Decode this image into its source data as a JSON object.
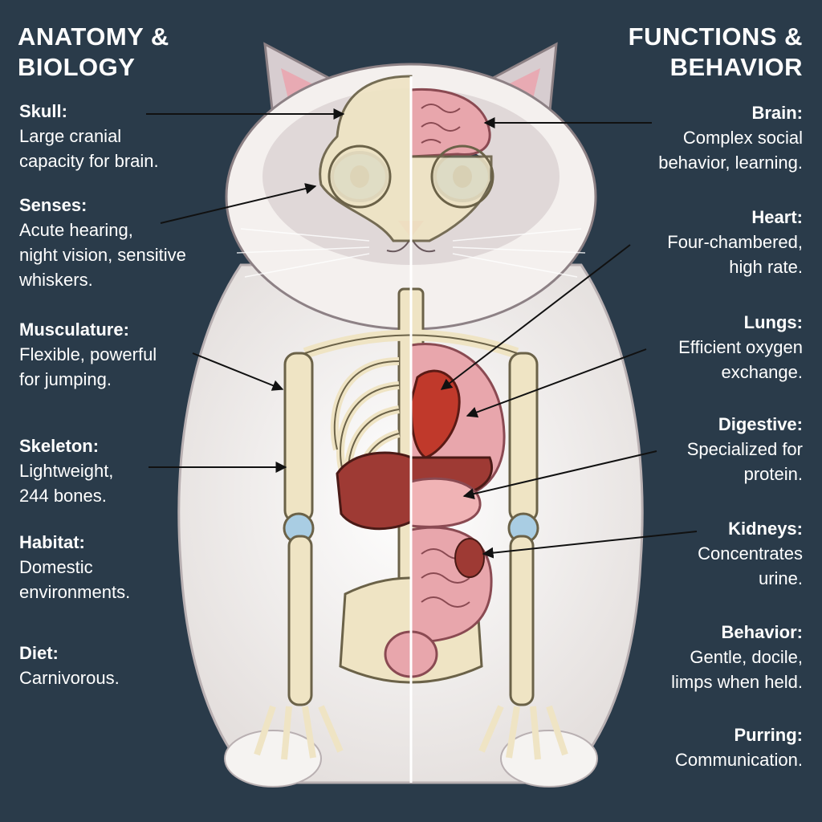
{
  "headings": {
    "left": [
      "ANATOMY &",
      "BIOLOGY"
    ],
    "right": [
      "FUNCTIONS &",
      "BEHAVIOR"
    ]
  },
  "left_labels": [
    {
      "title": "Skull:",
      "text": "Large cranial\ncapacity for brain."
    },
    {
      "title": "Senses:",
      "text": "Acute hearing,\nnight vision, sensitive\nwhiskers."
    },
    {
      "title": "Musculature:",
      "text": "Flexible, powerful\nfor jumping."
    },
    {
      "title": "Skeleton:",
      "text": "Lightweight,\n244 bones."
    },
    {
      "title": "Habitat:",
      "text": "Domestic\nenvironments."
    },
    {
      "title": "Diet:",
      "text": "Carnivorous."
    }
  ],
  "right_labels": [
    {
      "title": "Brain:",
      "text": "Complex social\nbehavior, learning."
    },
    {
      "title": "Heart:",
      "text": "Four-chambered,\nhigh rate."
    },
    {
      "title": "Lungs:",
      "text": "Efficient oxygen\nexchange."
    },
    {
      "title": "Digestive:",
      "text": "Specialized for\nprotein."
    },
    {
      "title": "Kidneys:",
      "text": "Concentrates\nurine."
    },
    {
      "title": "Behavior:",
      "text": "Gentle, docile,\nlimps when held."
    },
    {
      "title": "Purring:",
      "text": "Communication."
    }
  ],
  "colors": {
    "background": "#2a3b4a",
    "fur": "#f3f1ef",
    "fur_shade": "#c9c0c3",
    "bone": "#efe4c4",
    "bone_outline": "#6b6248",
    "cartilage": "#a9cde3",
    "organ_pink": "#e8a6ac",
    "liver": "#9e3a34",
    "heart": "#c0392b",
    "eye": "#3a8cd6",
    "label_text": "#ffffff"
  }
}
